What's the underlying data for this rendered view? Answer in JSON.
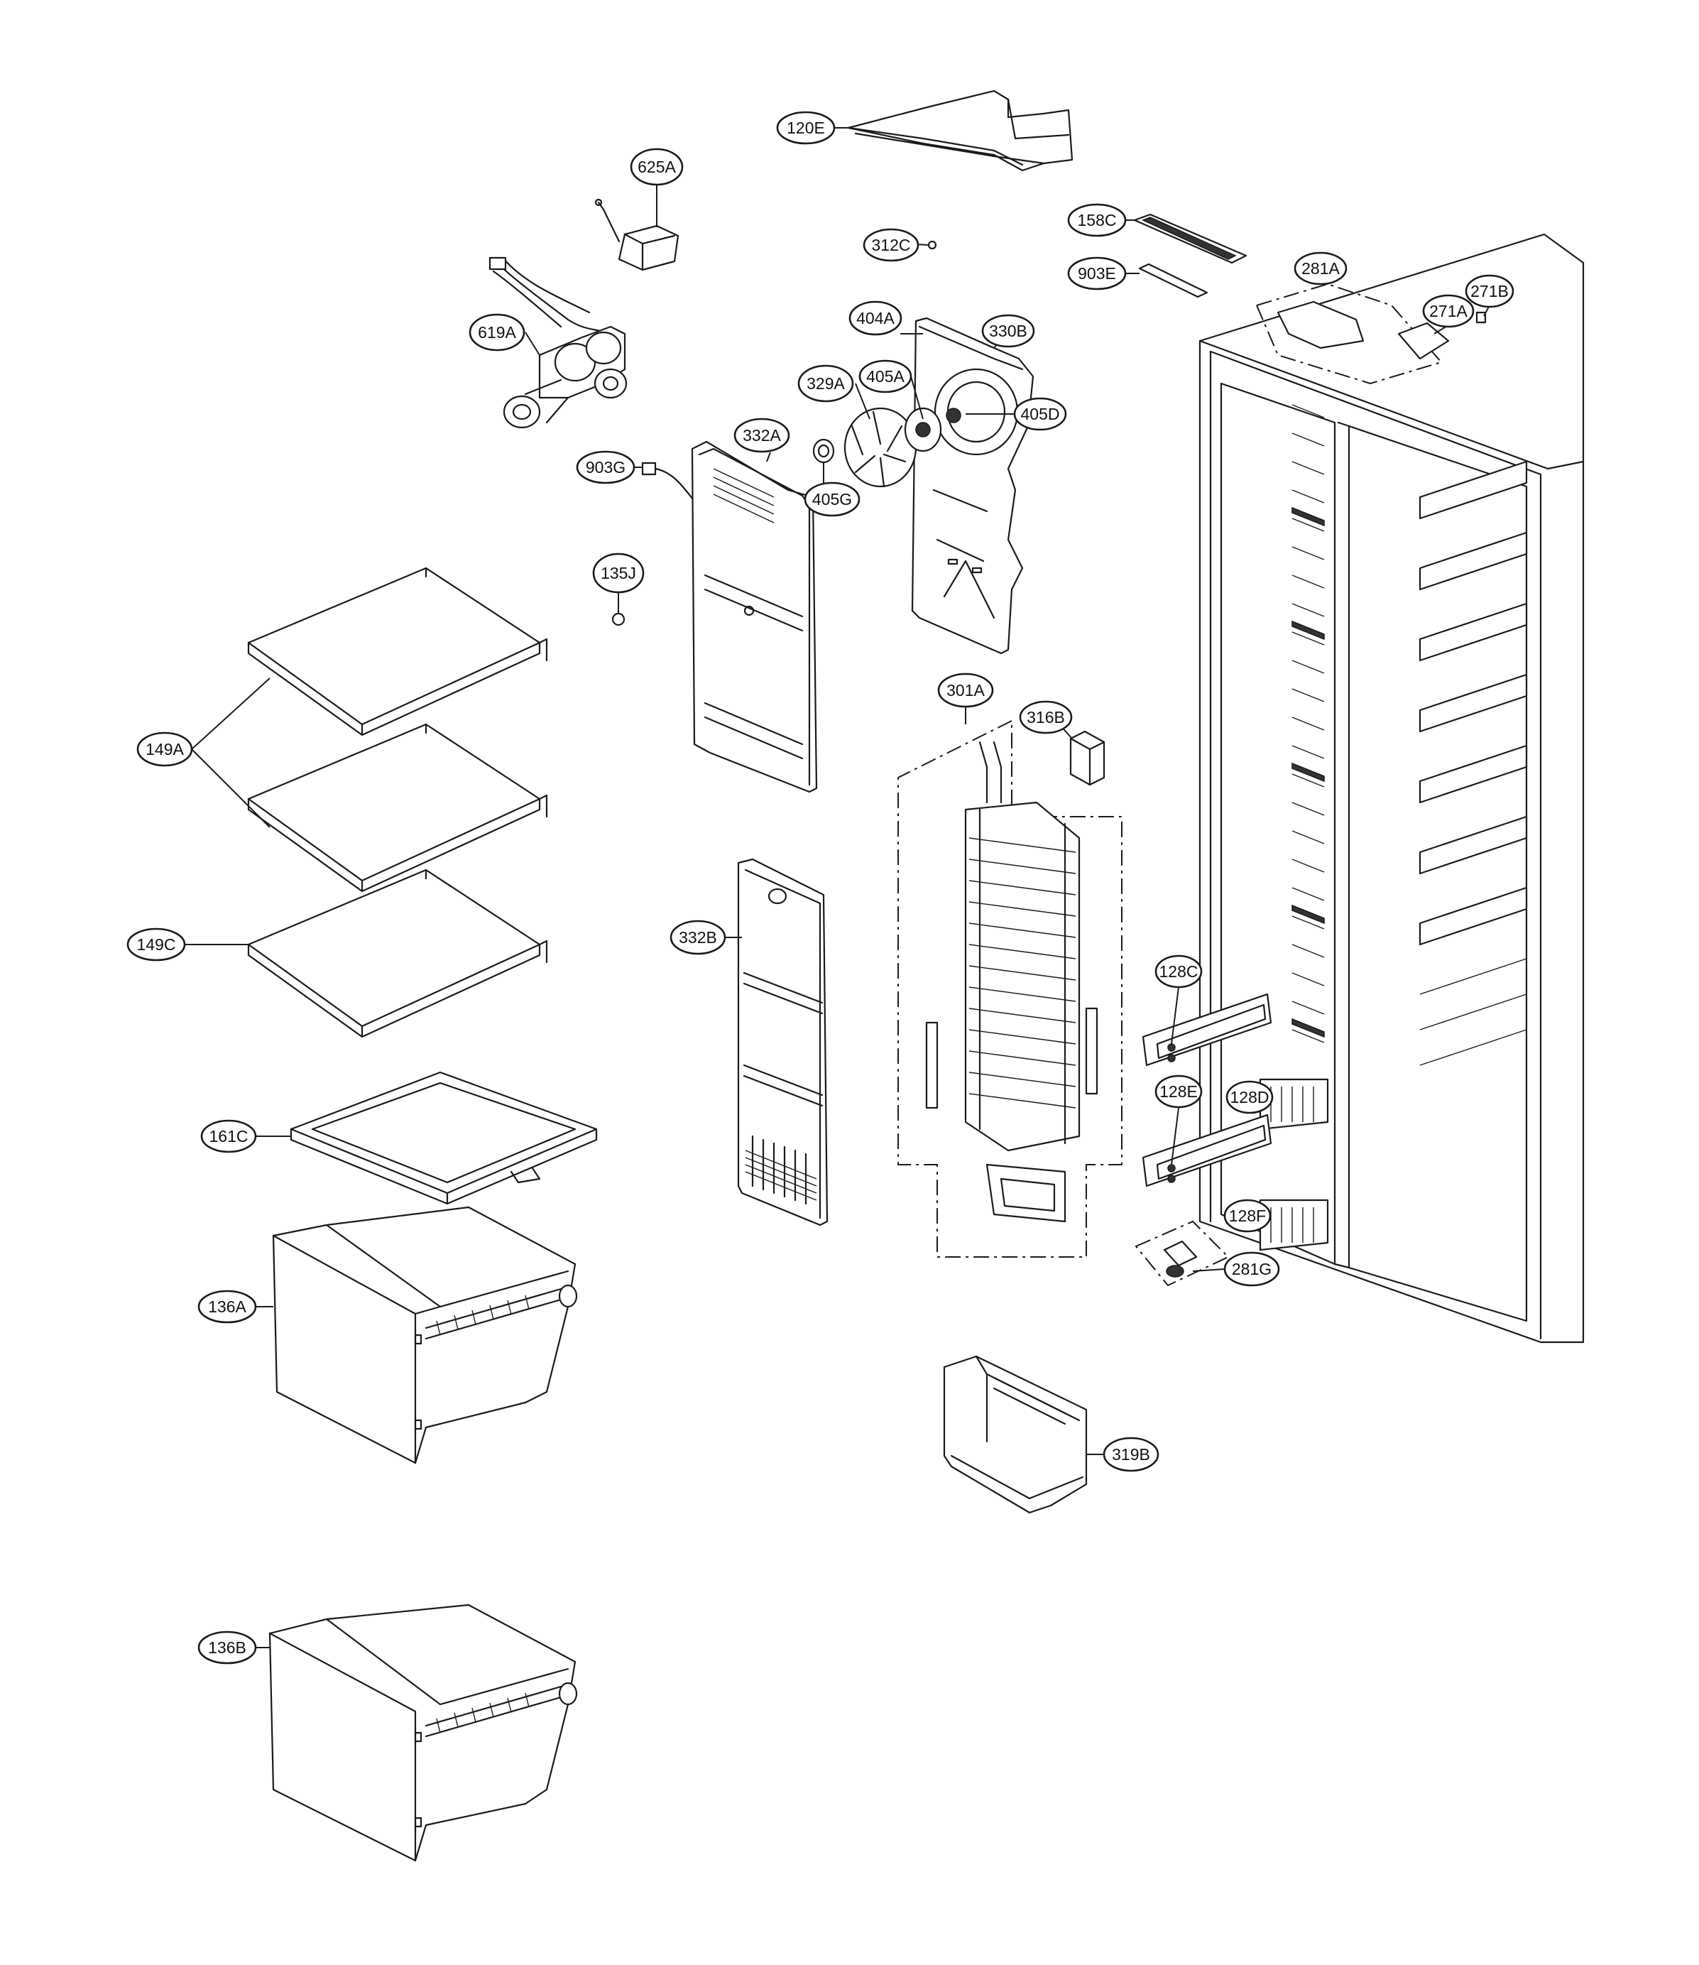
{
  "callouts": {
    "c120E": "120E",
    "c625A": "625A",
    "c312C": "312C",
    "c158C": "158C",
    "c903E": "903E",
    "c281A": "281A",
    "c271A": "271A",
    "c271B": "271B",
    "c619A": "619A",
    "c404A": "404A",
    "c330B": "330B",
    "c329A": "329A",
    "c405A": "405A",
    "c405D": "405D",
    "c332A": "332A",
    "c903G": "903G",
    "c405G": "405G",
    "c135J": "135J",
    "c149A": "149A",
    "c301A": "301A",
    "c316B": "316B",
    "c149C": "149C",
    "c332B": "332B",
    "c128C": "128C",
    "c128D": "128D",
    "c128E": "128E",
    "c128F": "128F",
    "c161C": "161C",
    "c281G": "281G",
    "c136A": "136A",
    "c319B": "319B",
    "c136B": "136B"
  }
}
